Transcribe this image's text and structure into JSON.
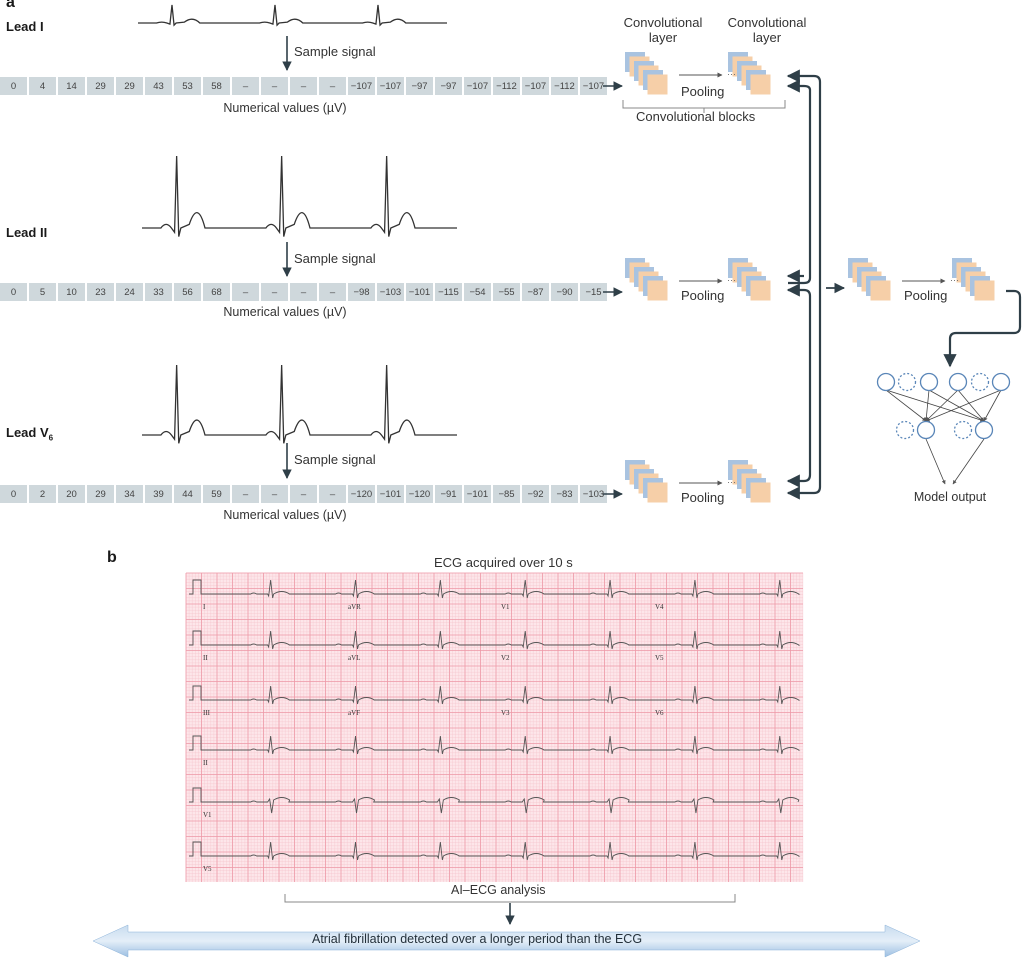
{
  "panel_a": {
    "letter": "a",
    "leads": [
      {
        "name": "Lead I",
        "sample_label": "Sample signal",
        "values": [
          "0",
          "4",
          "14",
          "29",
          "29",
          "43",
          "53",
          "58",
          "–",
          "–",
          "–",
          "–",
          "−107",
          "−107",
          "−97",
          "−97",
          "−107",
          "−112",
          "−107",
          "−112",
          "−107"
        ],
        "values_caption": "Numerical values (µV)"
      },
      {
        "name": "Lead II",
        "sample_label": "Sample signal",
        "values": [
          "0",
          "5",
          "10",
          "23",
          "24",
          "33",
          "56",
          "68",
          "–",
          "–",
          "–",
          "–",
          "−98",
          "−103",
          "−101",
          "−115",
          "−54",
          "−55",
          "−87",
          "−90",
          "−15"
        ],
        "values_caption": "Numerical values (µV)"
      },
      {
        "name": "Lead V",
        "name_sub": "6",
        "sample_label": "Sample signal",
        "values": [
          "0",
          "2",
          "20",
          "29",
          "34",
          "39",
          "44",
          "59",
          "–",
          "–",
          "–",
          "–",
          "−120",
          "−101",
          "−120",
          "−91",
          "−101",
          "−85",
          "−92",
          "−83",
          "−103"
        ],
        "values_caption": "Numerical values (µV)"
      }
    ],
    "cnn": {
      "conv_layer_label_1": "Convolutional layer",
      "conv_layer_label_2": "Convolutional layer",
      "pooling_label": "Pooling",
      "blocks_label": "Convolutional blocks",
      "model_output_label": "Model output"
    },
    "network": {
      "input_layer": [
        "solid",
        "dashed",
        "solid",
        "solid",
        "dashed",
        "solid"
      ],
      "hidden_layer": [
        "dashed",
        "solid",
        "dashed",
        "solid"
      ]
    }
  },
  "panel_b": {
    "letter": "b",
    "ecg_title": "ECG acquired over 10 s",
    "ecg_lead_labels": [
      [
        "I",
        "aVR",
        "V1",
        "V4"
      ],
      [
        "II",
        "aVL",
        "V2",
        "V5"
      ],
      [
        "III",
        "aVF",
        "V3",
        "V6"
      ],
      [
        "II"
      ],
      [
        "V1"
      ],
      [
        "V5"
      ]
    ],
    "analysis_label": "AI–ECG analysis",
    "banner_text": "Atrial fibrillation detected over a longer period than the ECG"
  },
  "colors": {
    "arrow": "#2f3f48",
    "cell_bg": "#cfd8dc",
    "kernel_blue": "#a9c3e0",
    "kernel_orange": "#f6cfa8",
    "node_stroke": "#5a86b8",
    "ecg_grid_bg": "#fde6ea",
    "ecg_grid_minor": "#f6c3cc",
    "ecg_grid_major": "#ee9aa8",
    "banner_blue": "#a8c8e6"
  }
}
